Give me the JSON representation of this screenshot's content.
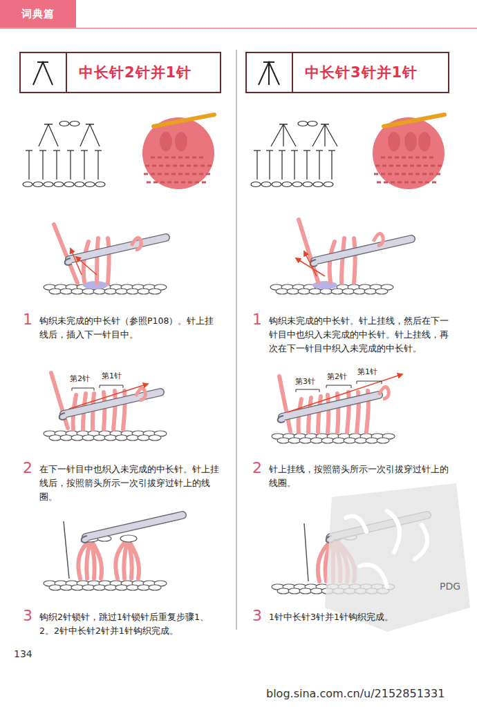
{
  "diagram": {
    "nodes": [
      {
        "text": [
          "词典篇"
        ]
      },
      {
        "text": [
          "中长针2针并1针"
        ]
      },
      {
        "text": [
          "中长针3针并1针"
        ]
      }
    ],
    "labels": [
      "1",
      "钩织未完成的中长针（参照P108）。针上挂线后，插入下一针目中。",
      "第2针",
      "第1针",
      "2",
      "在下一针目中也织入未完成的中长针。针上挂线后，按照箭头所示一次引拔穿过针上的线圈。",
      "3",
      "钩织2针锁针，跳过1针锁针后重复步骤1、2。2针中长针2针并1针钩织完成。",
      "1",
      "钩织未完成的中长针。针上挂线，然后在下一针目中也织入未完成的中长针。针上挂线，再次在下一针目中织入未完成的中长针。",
      "第3针",
      "第2针",
      "第1针",
      "2",
      "针上挂线，按照箭头所示一次引拔穿过针上的线圈。",
      "3",
      "1针中长针3针并1针钩织完成。",
      "134",
      "PDG",
      "blog.sina.com.cn/u/2152851331"
    ]
  }
}
